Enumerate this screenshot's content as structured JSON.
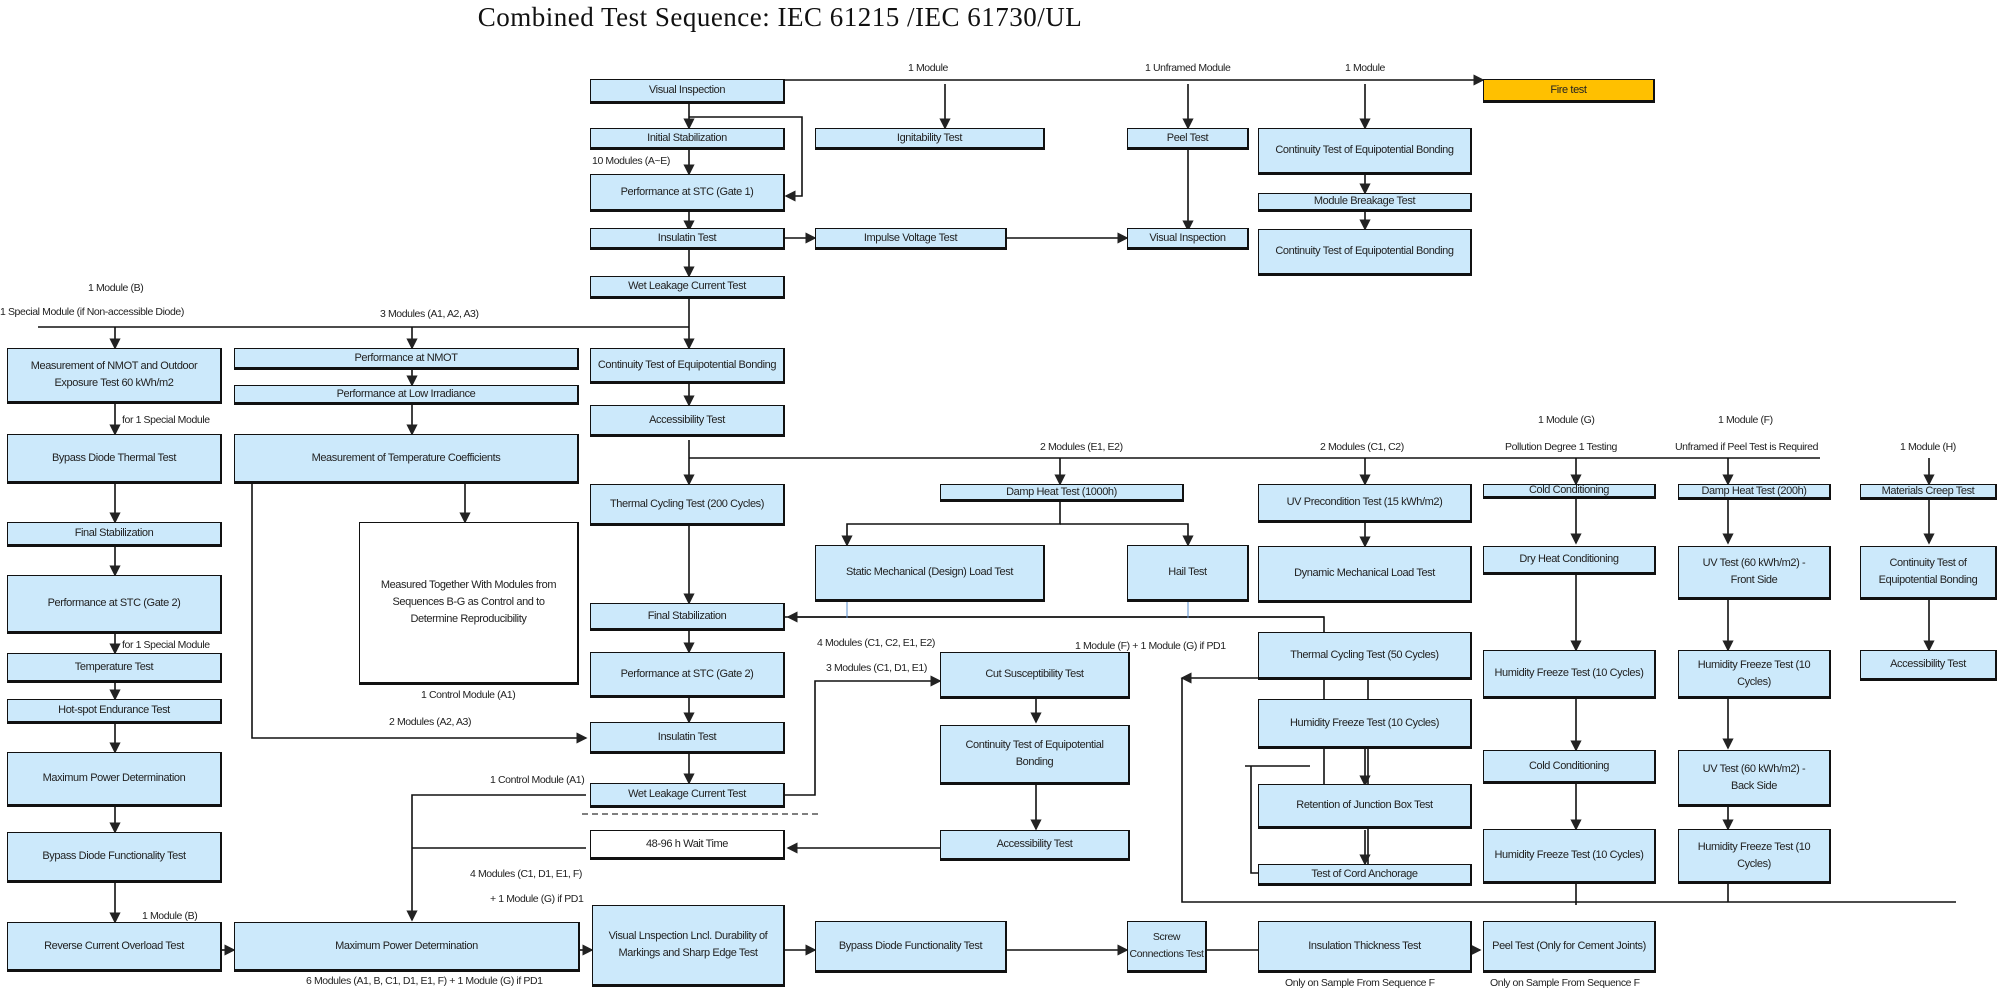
{
  "title": "Combined Test Sequence: IEC 61215 /IEC 61730/UL",
  "boxes": {
    "visual_inspection_1": "Visual Inspection",
    "initial_stabilization": "Initial Stabilization",
    "performance_stc_gate1": "Performance at STC (Gate 1)",
    "insulation_test_1": "Insulatin Test",
    "wet_leakage_1": "Wet Leakage Current Test",
    "ignitability_test": "Ignitability Test",
    "impulse_voltage_test": "Impulse Voltage Test",
    "peel_test": "Peel Test",
    "visual_inspection_2": "Visual Inspection",
    "continuity_top_1": "Continuity Test of Equipotential Bonding",
    "module_breakage_test": "Module Breakage Test",
    "continuity_top_2": "Continuity Test of Equipotential Bonding",
    "fire_test": "Fire test",
    "nmot_outdoor": "Measurement of NMOT and Outdoor Exposure Test 60 kWh/m2",
    "bypass_diode_thermal": "Bypass Diode Thermal Test",
    "final_stabilization_left": "Final Stabilization",
    "performance_stc_gate2_left": "Performance at STC (Gate 2)",
    "temperature_test": "Temperature Test",
    "hotspot_endurance": "Hot-spot Endurance Test",
    "max_power_left": "Maximum Power Determination",
    "bypass_diode_functionality_left": "Bypass Diode Functionality Test",
    "reverse_current_overload": "Reverse Current Overload Test",
    "performance_nmot": "Performance at NMOT",
    "performance_low_irradiance": "Performance at Low Irradiance",
    "temperature_coefficients": "Measurement of Temperature Coefficients",
    "measured_together": "Measured Together With Modules from Sequences B-G as Control and to Determine Reproducibility",
    "max_power_bottom": "Maximum Power Determination",
    "continuity_center": "Continuity Test of Equipotential Bonding",
    "accessibility_center": "Accessibility Test",
    "thermal_cycling_200": "Thermal Cycling Test (200 Cycles)",
    "final_stabilization_center": "Final Stabilization",
    "performance_stc_gate2_center": "Performance at STC (Gate 2)",
    "insulation_test_2": "Insulatin Test",
    "wet_leakage_2": "Wet Leakage Current Test",
    "wait_time": "48-96 h Wait Time",
    "visual_inspection_durability": "Visual Lnspection Lncl. Durability of Markings and Sharp Edge Test",
    "damp_heat_1000": "Damp Heat Test (1000h)",
    "static_mechanical_load": "Static Mechanical (Design) Load Test",
    "hail_test": "Hail Test",
    "cut_susceptibility": "Cut Susceptibility Test",
    "continuity_cut": "Continuity Test of Equipotential Bonding",
    "accessibility_cut": "Accessibility Test",
    "bypass_diode_functionality_bottom": "Bypass Diode Functionality Test",
    "screw_connections": "Screw Connections Test",
    "uv_precondition": "UV Precondition Test (15 kWh/m2)",
    "dynamic_mechanical_load": "Dynamic Mechanical Load Test",
    "thermal_cycling_50": "Thermal Cycling Test (50 Cycles)",
    "humidity_freeze_c": "Humidity Freeze Test (10 Cycles)",
    "retention_junction_box": "Retention of Junction Box Test",
    "cord_anchorage": "Test of Cord Anchorage",
    "insulation_thickness": "Insulation Thickness Test",
    "cold_conditioning_1": "Cold Conditioning",
    "dry_heat_conditioning": "Dry Heat Conditioning",
    "humidity_freeze_g1": "Humidity Freeze Test (10 Cycles)",
    "cold_conditioning_2": "Cold Conditioning",
    "humidity_freeze_g2": "Humidity Freeze Test (10 Cycles)",
    "peel_test_cement": "Peel Test (Only for Cement Joints)",
    "damp_heat_200": "Damp Heat Test (200h)",
    "uv_front": "UV Test (60 kWh/m2) - Front Side",
    "humidity_freeze_f1": "Humidity Freeze Test (10 Cycles)",
    "uv_back": "UV Test (60 kWh/m2) - Back Side",
    "humidity_freeze_f2": "Humidity Freeze Test (10 Cycles)",
    "materials_creep": "Materials Creep Test",
    "continuity_h": "Continuity Test of Equipotential Bonding",
    "accessibility_h": "Accessibility Test"
  },
  "labels": {
    "one_module_a": "1 Module",
    "one_unframed_module": "1 Unframed Module",
    "one_module_b": "1 Module",
    "ten_modules": "10 Modules (A~E)",
    "one_module_B": "1 Module (B)",
    "one_special_module": "1 Special Module (if Non-accessible Diode)",
    "three_modules_a": "3 Modules (A1, A2, A3)",
    "for_special_1": "for 1 Special Module",
    "for_special_2": "for 1 Special Module",
    "control_module_a1_1": "1 Control Module (A1)",
    "two_modules_a2a3": "2 Modules (A2, A3)",
    "control_module_a1_2": "1 Control Module (A1)",
    "four_modules_c1d1e1f": "4 Modules (C1, D1, E1, F)",
    "plus_module_g_1": "+ 1 Module (G) if PD1",
    "one_module_B_2": "1 Module (B)",
    "six_modules": "6 Modules (A1, B, C1, D1, E1, F) + 1 Module (G) if PD1",
    "two_modules_e": "2 Modules (E1, E2)",
    "four_modules_c1c2e1e2": "4 Modules (C1, C2, E1, E2)",
    "three_modules_c1d1e1": "3 Modules (C1, D1, E1)",
    "one_module_f_g": "1 Module (F) + 1 Module (G) if PD1",
    "two_modules_c": "2 Modules (C1, C2)",
    "one_module_G": "1 Module (G)",
    "pollution_degree": "Pollution Degree 1 Testing",
    "one_module_F": "1 Module (F)",
    "unframed_if_peel": "Unframed if Peel Test is Required",
    "one_module_H": "1 Module (H)",
    "only_sample_f_1": "Only on Sample From Sequence F",
    "only_sample_f_2": "Only on Sample From Sequence F"
  },
  "colors": {
    "box_fill": "#cce9fb",
    "fire_fill": "#ffc000",
    "line": "#111111"
  }
}
